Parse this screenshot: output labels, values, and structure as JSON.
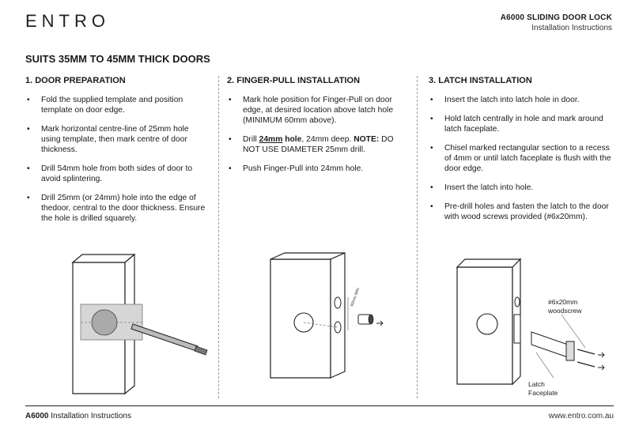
{
  "brand": "ENTRO",
  "header": {
    "title": "A6000 SLIDING DOOR LOCK",
    "subtitle": "Installation Instructions"
  },
  "main_title": "SUITS 35MM TO 45MM THICK DOORS",
  "sections": [
    {
      "title": "1. DOOR PREPARATION",
      "items": [
        "Fold the supplied template and position template on door edge.",
        "Mark horizontal centre-line of 25mm hole using template, then mark centre of door thickness.",
        "Drill 54mm hole from both sides of door to avoid splintering.",
        "Drill 25mm (or 24mm) hole into the edge of thedoor, central to the door thickness. Ensure the hole is drilled squarely."
      ]
    },
    {
      "title": "2. FINGER-PULL INSTALLATION",
      "item1": "Mark hole position for Finger-Pull on door edge, at desired location above latch hole (MINIMUM 60mm above).",
      "item2": {
        "pre": "Drill ",
        "bold_u": "24mm",
        "bold": " hole",
        "mid": ", 24mm deep. ",
        "note_label": "NOTE:",
        "post": " DO NOT USE DIAMETER 25mm drill."
      },
      "item3": "Push Finger-Pull into 24mm hole.",
      "dim_label": "60mm MIN"
    },
    {
      "title": "3. LATCH INSTALLATION",
      "items": [
        "Insert the latch into latch hole in door.",
        "Hold latch centrally in hole and mark around latch faceplate.",
        "Chisel marked rectangular section to a recess of 4mm or until latch faceplate is flush with the door edge.",
        "Insert the latch into hole.",
        "Pre-drill holes and fasten the latch to the door with wood screws provided (#6x20mm)."
      ],
      "callout_screw_1": "#6x20mm",
      "callout_screw_2": "woodscrew",
      "callout_latch_1": "Latch",
      "callout_latch_2": "Faceplate"
    }
  ],
  "footer": {
    "model": "A6000",
    "label": " Installation Instructions",
    "url": "www.entro.com.au"
  }
}
